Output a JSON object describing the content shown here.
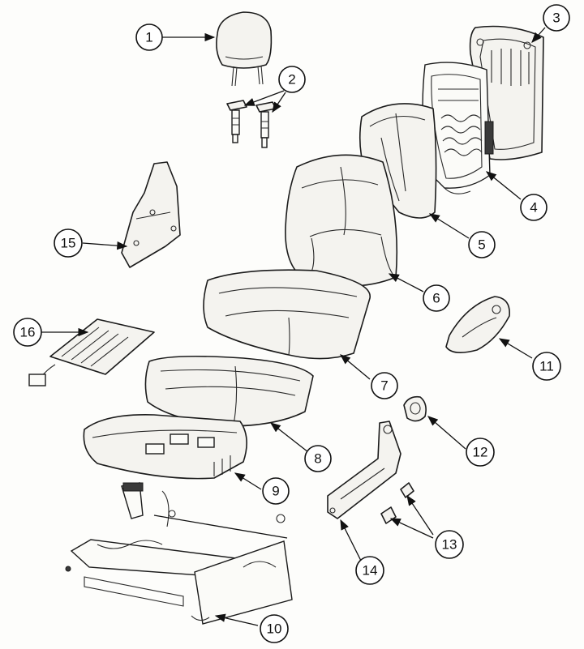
{
  "callouts": [
    {
      "id": "1",
      "label": "1"
    },
    {
      "id": "2",
      "label": "2"
    },
    {
      "id": "3",
      "label": "3"
    },
    {
      "id": "4",
      "label": "4"
    },
    {
      "id": "5",
      "label": "5"
    },
    {
      "id": "6",
      "label": "6"
    },
    {
      "id": "7",
      "label": "7"
    },
    {
      "id": "8",
      "label": "8"
    },
    {
      "id": "9",
      "label": "9"
    },
    {
      "id": "10",
      "label": "10"
    },
    {
      "id": "11",
      "label": "11"
    },
    {
      "id": "12",
      "label": "12"
    },
    {
      "id": "13",
      "label": "13"
    },
    {
      "id": "14",
      "label": "14"
    },
    {
      "id": "15",
      "label": "15"
    },
    {
      "id": "16",
      "label": "16"
    }
  ],
  "colors": {
    "ink": "#1b1b1b",
    "paper": "#fdfdfb",
    "fill": "#f4f3ef"
  }
}
